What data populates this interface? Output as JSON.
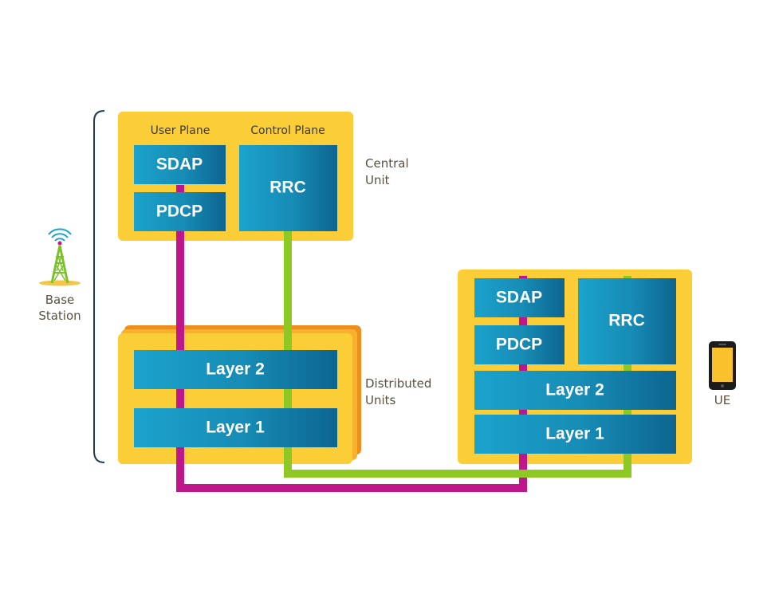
{
  "colors": {
    "container": "#fbcd36",
    "container_shadow": "#f0961e",
    "block_light": "#1ba0c9",
    "block_dark": "#0e6d96",
    "user_plane_line": "#c0168c",
    "control_plane_line": "#8dc825",
    "bracket": "#233b5a",
    "label_text": "#5a5040"
  },
  "central_unit": {
    "user_plane_label": "User Plane",
    "control_plane_label": "Control Plane",
    "sdap": "SDAP",
    "pdcp": "PDCP",
    "rrc": "RRC",
    "side_label_line1": "Central",
    "side_label_line2": "Unit"
  },
  "distributed_units": {
    "layer2": "Layer 2",
    "layer1": "Layer 1",
    "side_label_line1": "Distributed",
    "side_label_line2": "Units"
  },
  "base_station": {
    "label_line1": "Base",
    "label_line2": "Station",
    "icon": "cell-tower-icon"
  },
  "ue": {
    "sdap": "SDAP",
    "pdcp": "PDCP",
    "rrc": "RRC",
    "layer2": "Layer 2",
    "layer1": "Layer 1",
    "label": "UE",
    "icon": "smartphone-icon"
  }
}
